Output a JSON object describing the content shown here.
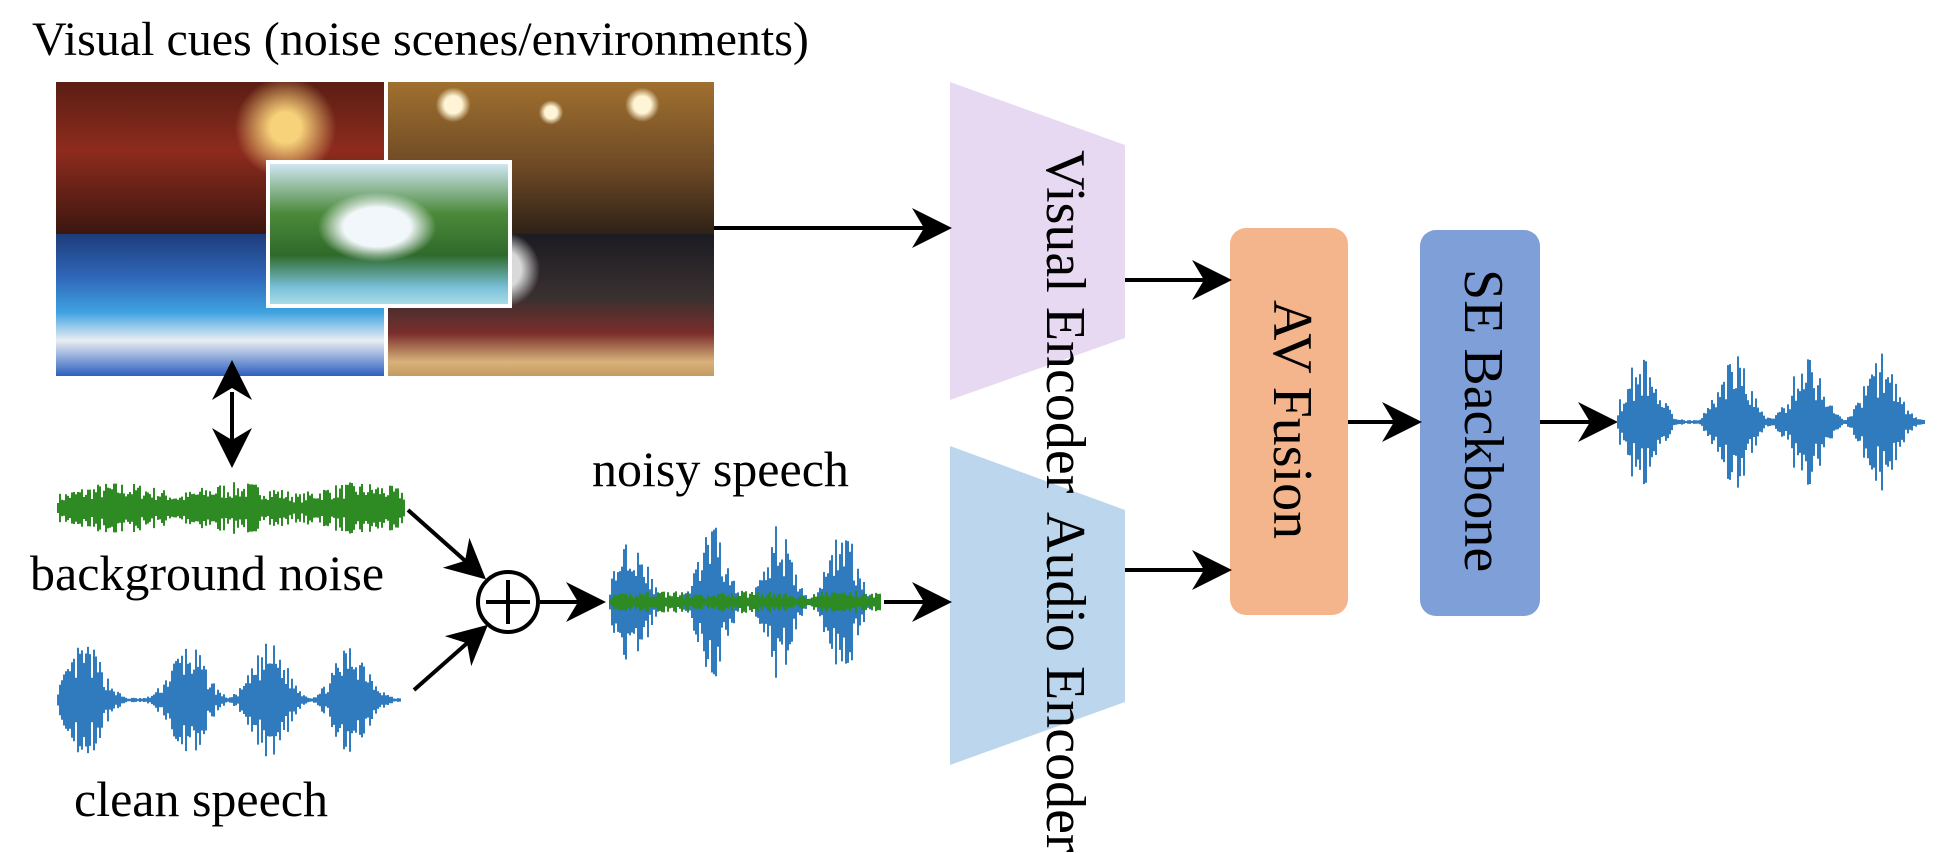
{
  "title": "Visual cues (noise scenes/environments)",
  "labels": {
    "background_noise": "background noise",
    "clean_speech": "clean speech",
    "noisy_speech": "noisy speech"
  },
  "blocks": {
    "visual_encoder": {
      "line1": "Visual",
      "line2": "Encoder",
      "color": "#e8d9f3"
    },
    "audio_encoder": {
      "line1": "Audio",
      "line2": "Encoder",
      "color": "#bcd6ee"
    },
    "av_fusion": {
      "label": "AV Fusion",
      "color": "#f4b58c"
    },
    "se_backbone": {
      "label": "SE Backbone",
      "color": "#7f9fd8"
    }
  },
  "colors": {
    "speech_wave": "#2f7bbd",
    "noise_wave": "#2e8b23",
    "arrow": "#000000"
  },
  "icons": {
    "sum": "circled-plus-icon"
  }
}
